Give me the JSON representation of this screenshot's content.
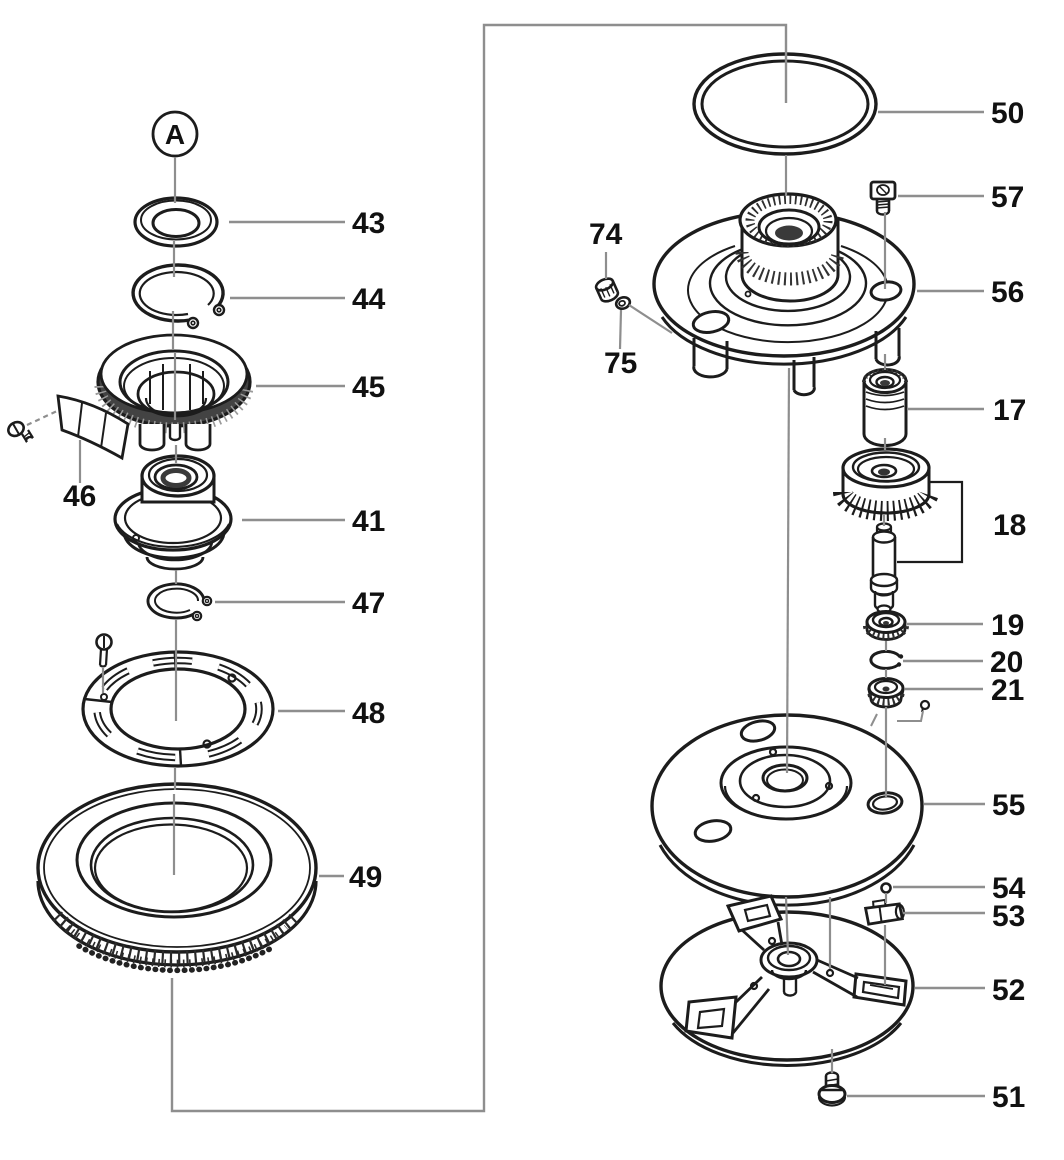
{
  "diagram": {
    "type": "exploded-parts-diagram",
    "detail_marker": "A",
    "colors": {
      "outline": "#1c1c1c",
      "leader": "#8e8e8e",
      "label": "#111111",
      "background": "#ffffff",
      "shade": "#434343"
    },
    "labels": {
      "a": "A",
      "n17": "17",
      "n18": "18",
      "n19": "19",
      "n20": "20",
      "n21": "21",
      "n41": "41",
      "n43": "43",
      "n44": "44",
      "n45": "45",
      "n46": "46",
      "n47": "47",
      "n48": "48",
      "n49": "49",
      "n50": "50",
      "n51": "51",
      "n52": "52",
      "n53": "53",
      "n54": "54",
      "n55": "55",
      "n56": "56",
      "n57": "57",
      "n74": "74",
      "n75": "75"
    }
  }
}
